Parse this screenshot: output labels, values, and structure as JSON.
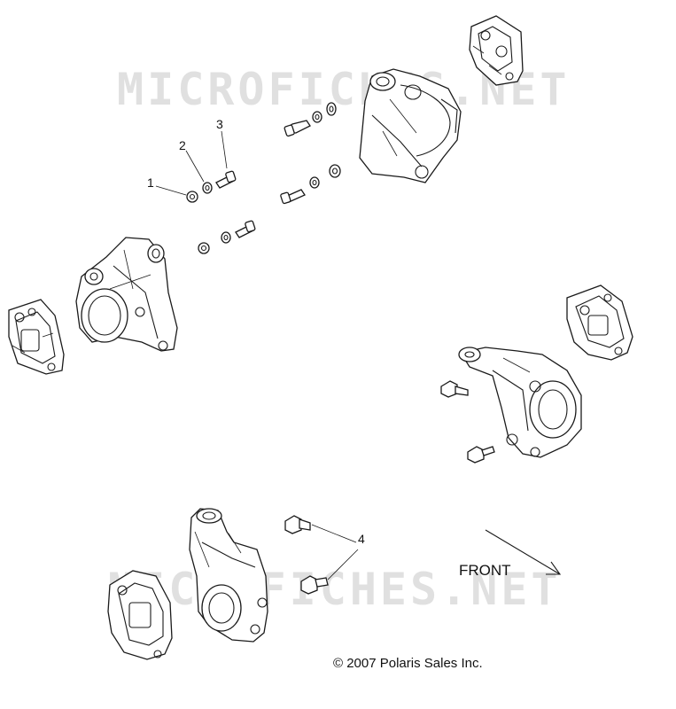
{
  "watermark": {
    "top_text": "MICROFICHES.NET",
    "bottom_text": "MICROFICHES.NET"
  },
  "callouts": {
    "c1": "1",
    "c2": "2",
    "c3": "3",
    "c4": "4"
  },
  "front_label": "FRONT",
  "copyright": "© 2007 Polaris Sales Inc."
}
